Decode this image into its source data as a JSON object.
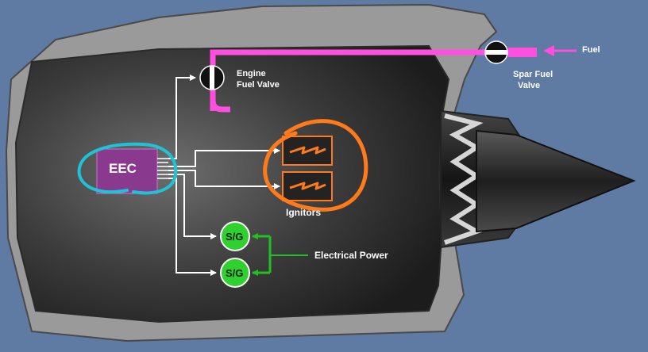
{
  "labels": {
    "fuel": "Fuel",
    "spar_valve_line1": "Spar Fuel",
    "spar_valve_line2": "Valve",
    "engine_valve_line1": "Engine",
    "engine_valve_line2": "Fuel Valve",
    "eec": "EEC",
    "ignitors": "Ignitors",
    "electrical_power": "Electrical Power",
    "sg_top": "S/G",
    "sg_bottom": "S/G"
  },
  "colors": {
    "background": "#5f7aa3",
    "fuel_line": "#ff4fe0",
    "eec_box": "#8a3a8e",
    "highlight_eec": "#1fc3d6",
    "highlight_ignitors": "#ff7a1a",
    "starter_generator": "#2fd12f",
    "electrical_power_line": "#22c022"
  },
  "icons": [
    "valve-icon",
    "ignitor-spark-icon",
    "arrow-icon"
  ]
}
